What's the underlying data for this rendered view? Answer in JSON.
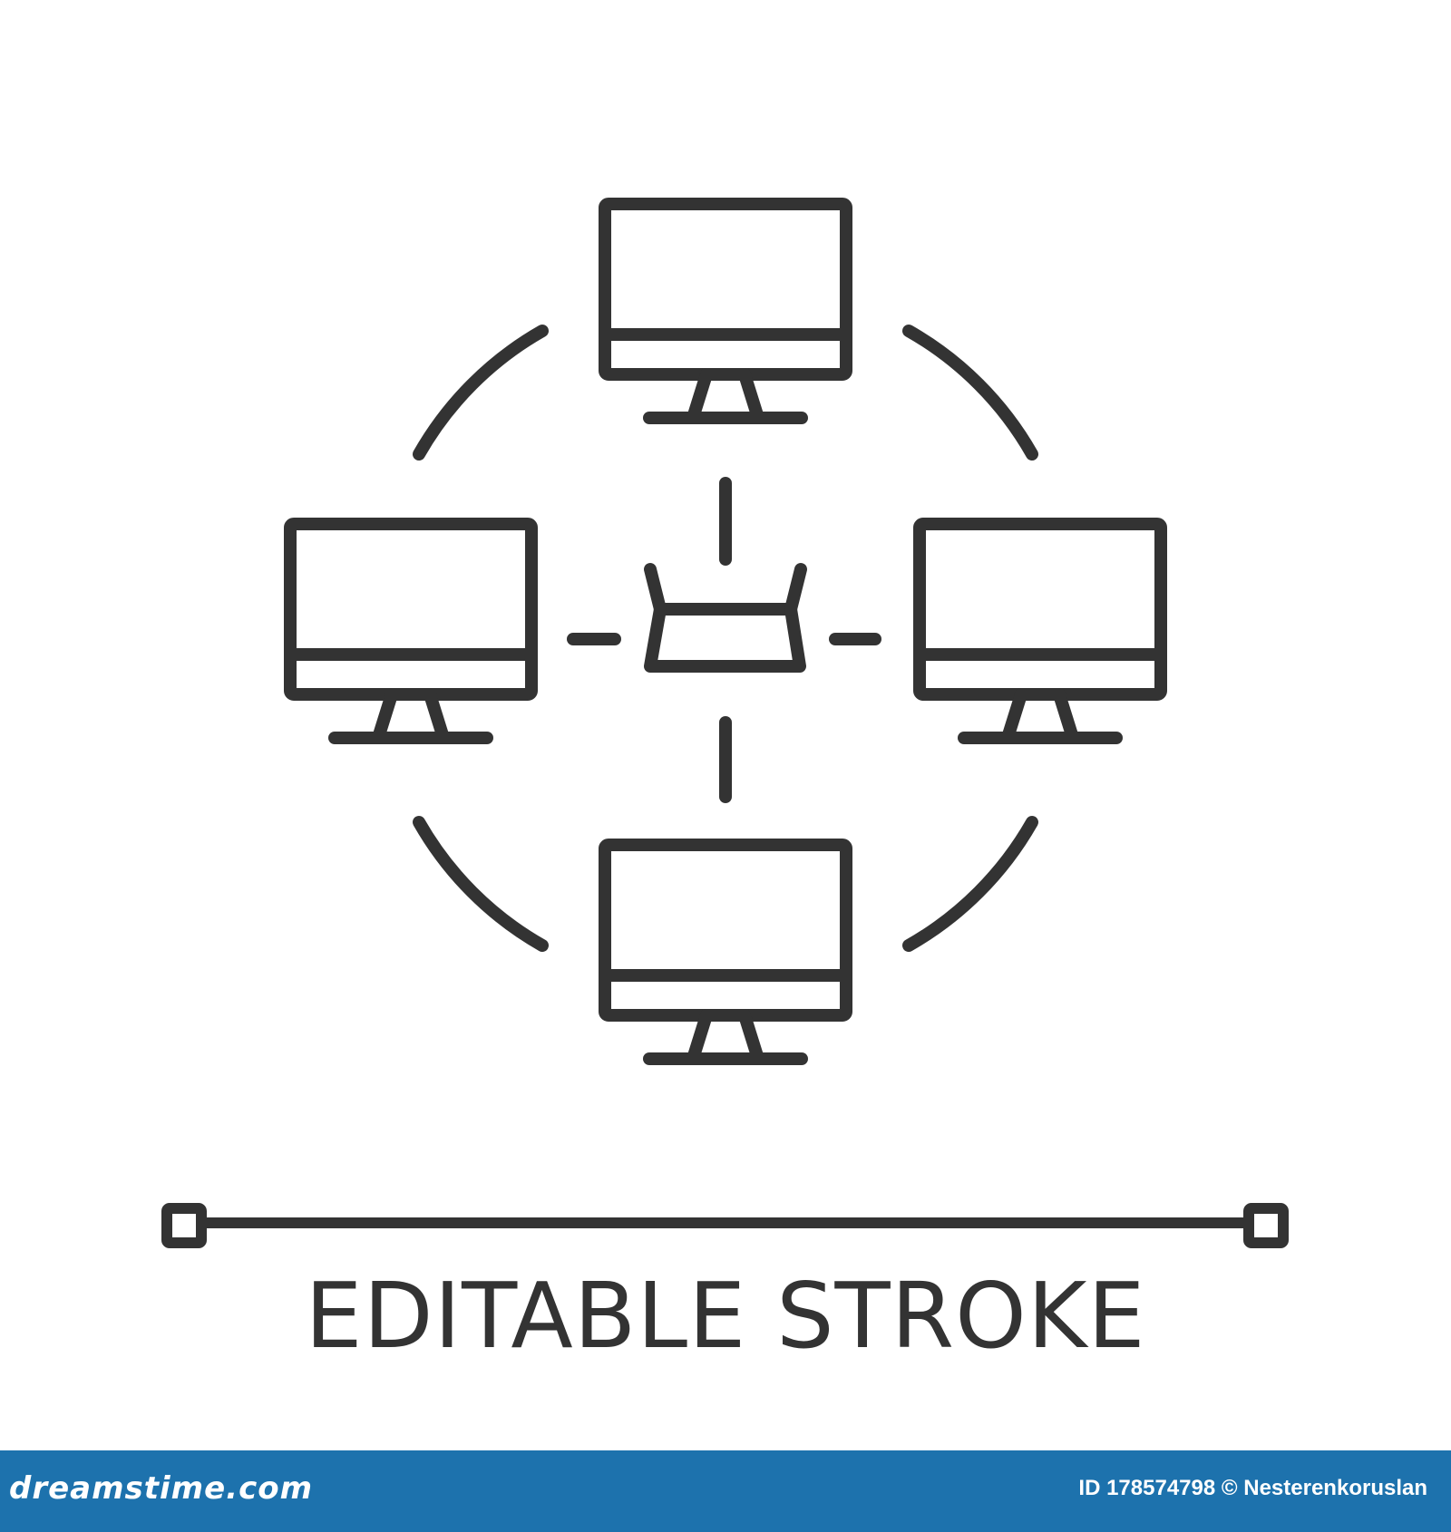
{
  "caption": "EDITABLE STROKE",
  "footer": {
    "brand": "dreamstime.com",
    "id_label": "ID",
    "id_number": "178574798",
    "copyright_symbol": "©",
    "author": "Nesterenkoruslan"
  },
  "icons": {
    "computers": [
      "monitor-icon",
      "monitor-icon",
      "monitor-icon",
      "monitor-icon"
    ],
    "hub": "router-icon",
    "control": "line-with-handles-icon"
  },
  "colors": {
    "stroke": "#333333",
    "background": "#ffffff",
    "footer_bar": "#1d72ad",
    "footer_text": "#ffffff"
  }
}
